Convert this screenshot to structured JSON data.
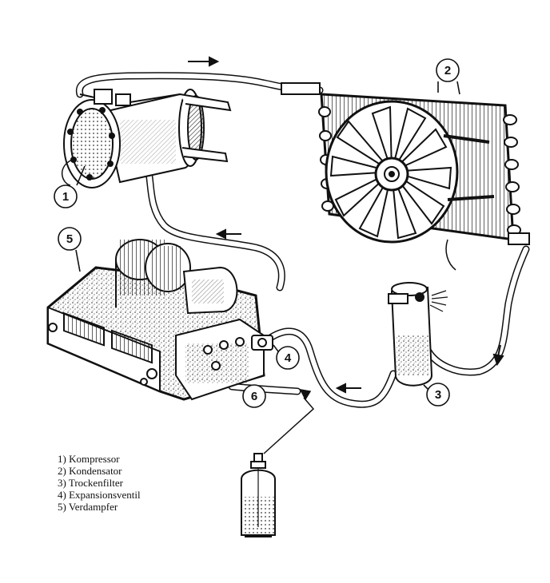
{
  "callouts": [
    "1",
    "2",
    "3",
    "4",
    "5",
    "6"
  ],
  "legend": [
    "1) Kompressor",
    "2) Kondensator",
    "3) Trockenfilter",
    "4) Expansionsventil",
    "5) Verdampfer"
  ],
  "colors": {
    "ink": "#111111",
    "paper": "#ffffff",
    "shade": "#555555"
  }
}
